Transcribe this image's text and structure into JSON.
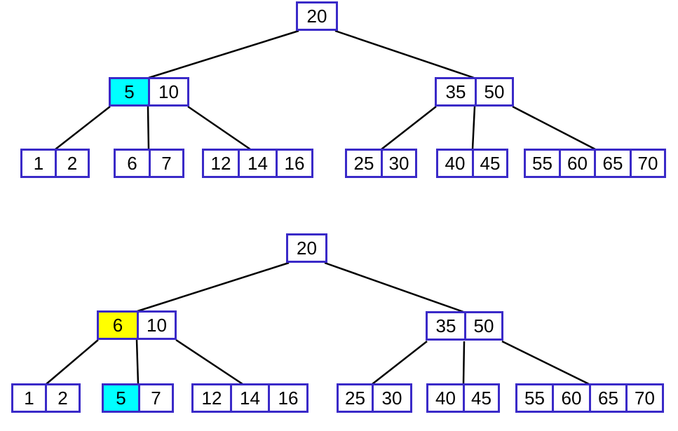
{
  "colors": {
    "node_border": "#3a2ac8",
    "edge": "#000000",
    "text": "#000000",
    "cell_background": "#ffffff",
    "highlight_cyan": "#00ffff",
    "highlight_yellow": "#ffff00"
  },
  "diagram": {
    "type": "b-tree-before-after",
    "trees": [
      {
        "id": "top-tree",
        "root": {
          "keys": [
            "20"
          ]
        },
        "level2": [
          {
            "keys": [
              "5",
              "10"
            ],
            "highlight": {
              "index": 0,
              "color": "#00ffff"
            }
          },
          {
            "keys": [
              "35",
              "50"
            ]
          }
        ],
        "leaves": [
          {
            "keys": [
              "1",
              "2"
            ]
          },
          {
            "keys": [
              "6",
              "7"
            ]
          },
          {
            "keys": [
              "12",
              "14",
              "16"
            ]
          },
          {
            "keys": [
              "25",
              "30"
            ]
          },
          {
            "keys": [
              "40",
              "45"
            ]
          },
          {
            "keys": [
              "55",
              "60",
              "65",
              "70"
            ]
          }
        ]
      },
      {
        "id": "bottom-tree",
        "root": {
          "keys": [
            "20"
          ]
        },
        "level2": [
          {
            "keys": [
              "6",
              "10"
            ],
            "highlight": {
              "index": 0,
              "color": "#ffff00"
            }
          },
          {
            "keys": [
              "35",
              "50"
            ]
          }
        ],
        "leaves": [
          {
            "keys": [
              "1",
              "2"
            ]
          },
          {
            "keys": [
              "5",
              "7"
            ],
            "highlight": {
              "index": 0,
              "color": "#00ffff"
            }
          },
          {
            "keys": [
              "12",
              "14",
              "16"
            ]
          },
          {
            "keys": [
              "25",
              "30"
            ]
          },
          {
            "keys": [
              "40",
              "45"
            ]
          },
          {
            "keys": [
              "55",
              "60",
              "65",
              "70"
            ]
          }
        ]
      }
    ]
  }
}
